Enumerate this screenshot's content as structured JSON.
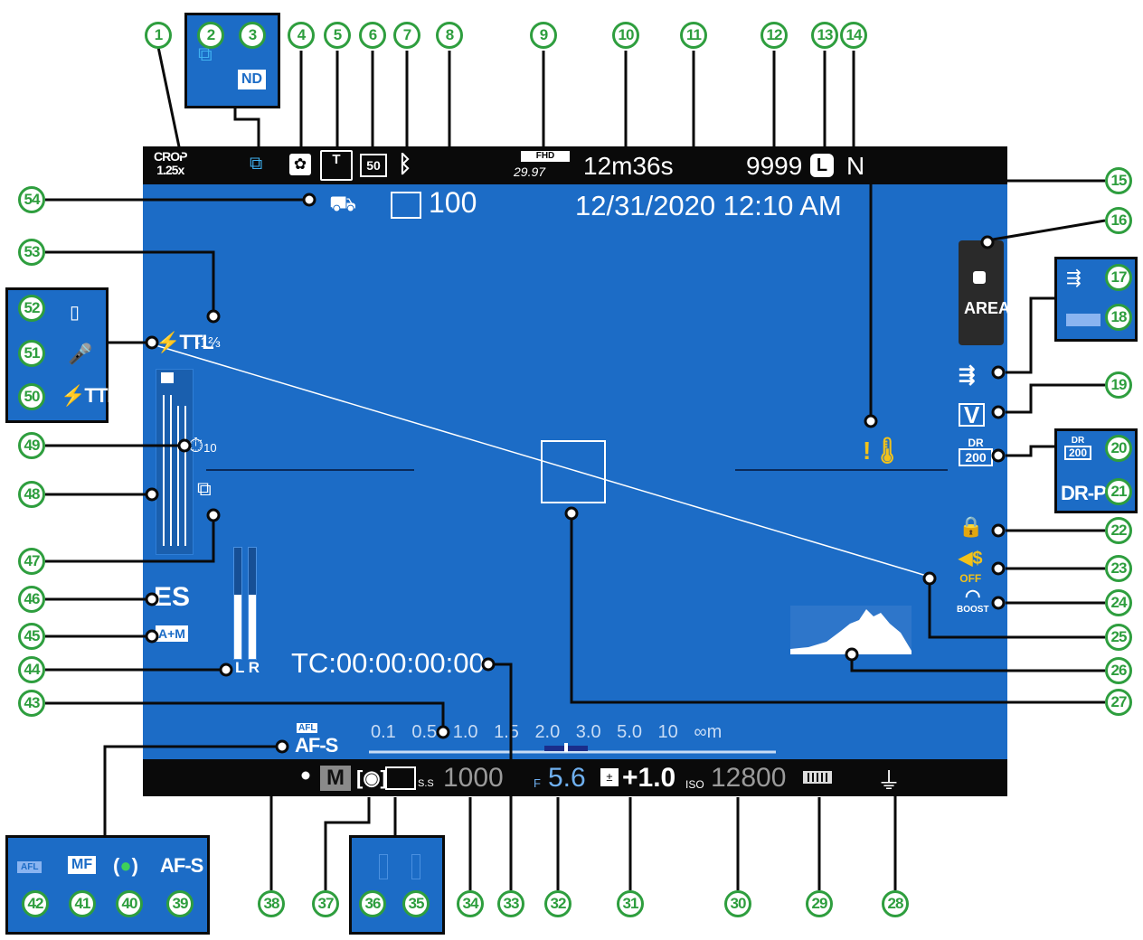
{
  "display": {
    "crop": "CROP\n1.25x",
    "movie_mode": "FHD",
    "movie_sub": "29.97",
    "record_time": "12m36s",
    "frames_remaining": "9999",
    "image_size": "L",
    "image_quality": "N",
    "frame_counter": "100",
    "datetime": "12/31/2020 12:10 AM",
    "flash_mode": "⚡TTL",
    "flash_comp": "-1⅔",
    "shutter_type": "ES",
    "am_switch": "A+M",
    "level_labels": "L R",
    "timecode": "TC:00:00:00:00",
    "focus_mode": "AF-S",
    "afl_badge": "AFL",
    "distance_scale": "0.1 0.5 1.0 1.5 2.0 3.0 5.0 10 ∞m",
    "exposure_mode": "M",
    "shutter_speed": "1000",
    "ss_label": "S.S",
    "aperture_label": "F",
    "aperture": "5.6",
    "exposure_comp": "+1.0",
    "iso_label": "ISO",
    "iso": "12800",
    "touch_area_label": "AREA",
    "dr_value": "200",
    "dr_label": "DR",
    "boost_label": "BOOST",
    "off_label": "OFF",
    "self_timer": "10",
    "ibis": "50",
    "t_label": "T"
  },
  "callouts": {
    "box_2_3": {
      "n2": "2",
      "n3": "3",
      "nd": "ND"
    },
    "box_17_18": {
      "n17": "17",
      "n18": "18"
    },
    "box_20_21": {
      "n20": "20",
      "n21": "21",
      "drp": "DR-P",
      "dr200": "200"
    },
    "box_50_52": {
      "n50": "50",
      "n51": "51",
      "n52": "52",
      "ttl": "⚡TTL"
    },
    "box_39_42": {
      "n39": "39",
      "n40": "40",
      "n41": "41",
      "n42": "42",
      "afl": "AFL",
      "mf": "MF",
      "afs": "AF-S"
    },
    "box_35_36": {
      "n35": "35",
      "n36": "36"
    }
  },
  "numbers": [
    "1",
    "2",
    "3",
    "4",
    "5",
    "6",
    "7",
    "8",
    "9",
    "10",
    "11",
    "12",
    "13",
    "14",
    "15",
    "16",
    "17",
    "18",
    "19",
    "20",
    "21",
    "22",
    "23",
    "24",
    "25",
    "26",
    "27",
    "28",
    "29",
    "30",
    "31",
    "32",
    "33",
    "34",
    "35",
    "36",
    "37",
    "38",
    "39",
    "40",
    "41",
    "42",
    "43",
    "44",
    "45",
    "46",
    "47",
    "48",
    "49",
    "50",
    "51",
    "52",
    "53",
    "54"
  ],
  "colors": {
    "screen": "#1c6cc6",
    "bar": "#0a0a0a",
    "callout": "#2e9e3e",
    "warning": "#f2c21a"
  }
}
